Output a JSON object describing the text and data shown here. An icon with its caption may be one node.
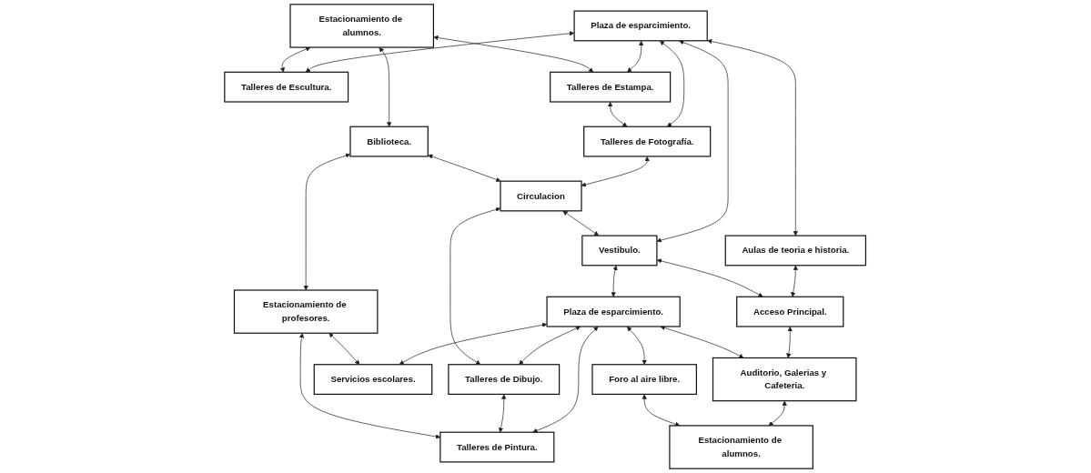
{
  "diagram": {
    "nodes": [
      {
        "text": [
          "Estacionamiento de alumnos."
        ]
      },
      {
        "text": [
          "Biblioteca."
        ]
      },
      {
        "text": [
          "Estacionamiento de profesores."
        ]
      },
      {
        "text": [
          "Talleres de Escultura."
        ]
      },
      {
        "text": [
          "Talleres de Estampa."
        ]
      },
      {
        "text": [
          "Talleres de Fotografía."
        ]
      },
      {
        "text": [
          "Circulacion"
        ]
      },
      {
        "text": [
          "Talleres de Dibujo."
        ]
      },
      {
        "text": [
          "Talleres de Pintura."
        ]
      },
      {
        "text": [
          "Servicios escolares."
        ]
      },
      {
        "text": [
          "Plaza de esparcimiento."
        ]
      },
      {
        "text": [
          "Vestibulo."
        ]
      },
      {
        "text": [
          "Plaza de esparcimiento."
        ]
      },
      {
        "text": [
          "Foro al aire libre."
        ]
      },
      {
        "text": [
          "Aulas de teoria e historia."
        ]
      },
      {
        "text": [
          "Acceso Principal."
        ]
      },
      {
        "text": [
          "Auditorio, Galerias y Cafeteria."
        ]
      },
      {
        "text": [
          "Estacionamiento de alumnos."
        ]
      }
    ],
    "edges": [
      {
        "from": 0,
        "to": 1,
        "arrow": "both"
      },
      {
        "from": 1,
        "to": 2,
        "arrow": "both"
      },
      {
        "from": 0,
        "to": 3,
        "arrow": "both"
      },
      {
        "from": 0,
        "to": 4,
        "arrow": "both"
      },
      {
        "from": 2,
        "to": 8,
        "arrow": "both"
      },
      {
        "from": 2,
        "to": 9,
        "arrow": "both"
      },
      {
        "from": 1,
        "to": 6,
        "arrow": "both"
      },
      {
        "from": 4,
        "to": 5,
        "arrow": "both"
      },
      {
        "from": 5,
        "to": 6,
        "arrow": "both"
      },
      {
        "from": 6,
        "to": 7,
        "arrow": "both"
      },
      {
        "from": 7,
        "to": 8,
        "arrow": "both"
      },
      {
        "from": 10,
        "to": 3,
        "arrow": "both"
      },
      {
        "from": 10,
        "to": 4,
        "arrow": "both"
      },
      {
        "from": 10,
        "to": 5,
        "arrow": "both"
      },
      {
        "from": 12,
        "to": 7,
        "arrow": "both"
      },
      {
        "from": 12,
        "to": 8,
        "arrow": "both"
      },
      {
        "from": 12,
        "to": 9,
        "arrow": "both"
      },
      {
        "from": 6,
        "to": 11,
        "arrow": "both"
      },
      {
        "from": 10,
        "to": 11,
        "arrow": "both"
      },
      {
        "from": 11,
        "to": 12,
        "arrow": "both"
      },
      {
        "from": 12,
        "to": 13,
        "arrow": "both"
      },
      {
        "from": 10,
        "to": 14,
        "arrow": "both"
      },
      {
        "from": 11,
        "to": 15,
        "arrow": "both"
      },
      {
        "from": 12,
        "to": 16,
        "arrow": "both"
      },
      {
        "from": 13,
        "to": 17,
        "arrow": "both"
      },
      {
        "from": 14,
        "to": 15,
        "arrow": "both"
      },
      {
        "from": 15,
        "to": 16,
        "arrow": "both"
      },
      {
        "from": 16,
        "to": 17,
        "arrow": "both"
      }
    ]
  }
}
